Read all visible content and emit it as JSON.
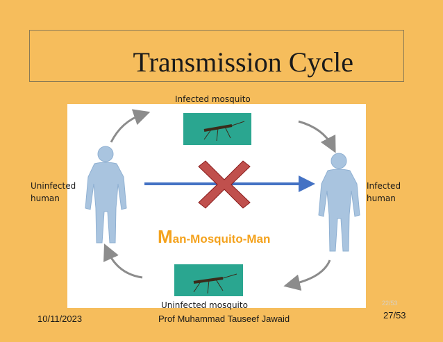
{
  "slide": {
    "title": "Transmission Cycle",
    "labels": {
      "infected_mosquito": "Infected mosquito",
      "uninfected_mosquito": "Uninfected mosquito",
      "uninfected_human_line1": "Uninfected",
      "uninfected_human_line2": "human",
      "infected_human_line1": "Infected",
      "infected_human_line2": "human"
    },
    "cycle_label_initial": "M",
    "cycle_label_rest": "an-Mosquito-Man",
    "footer": {
      "date": "10/11/2023",
      "author": "Prof Muhammad Tauseef Jawaid",
      "page": "27/53",
      "faded_page": "22/53"
    }
  },
  "colors": {
    "background": "#f6bd5c",
    "arrow_blue": "#4472c4",
    "cross_red": "#c0504d",
    "cycle_label": "#f4a21d",
    "human_figure": "#a9c4df"
  }
}
